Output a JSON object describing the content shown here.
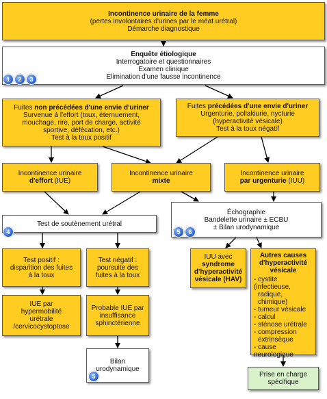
{
  "top": {
    "title": "Incontinence urinaire de la femme",
    "subtitle": "(pertes involontaires d'urines par le méat urétral)",
    "sub2": "Démarche diagnostique"
  },
  "enquete": {
    "title": "Enquête étiologique",
    "l1": "Interrogatoire et questionnaires",
    "l2": "Examen clinique",
    "l3": "Élimination d'une fausse incontinence",
    "badges": [
      "1",
      "2",
      "3"
    ]
  },
  "fuites_non": {
    "prefix": "Fuites ",
    "bold": "non précédées d'une envie d'uriner",
    "l1": "Survenue à l'effort (toux, éternuement,",
    "l2": "mouchage, rire, port de charge, activité",
    "l3": "sportive, défécation, etc.)",
    "l4": "Test à la toux positif"
  },
  "fuites_prec": {
    "prefix": "Fuites ",
    "bold": "précédées d'une envie d'uriner",
    "l1": "Urgenturie, pollakiurie, nycturie",
    "l2": "(hyperactivité vésicale)",
    "l3": "Test à la toux négatif"
  },
  "iue": {
    "l1": "Incontinence urinaire",
    "bold": "d'effort",
    "suffix": " (IUE)"
  },
  "mixte": {
    "l1": "Incontinence urinaire",
    "bold": "mixte"
  },
  "iuu": {
    "l1": "Incontinence urinaire",
    "bold": "par urgenturie",
    "suffix": " (IUU)"
  },
  "echo": {
    "l1": "Échographie",
    "l2": "Bandelette urinaire ± ECBU",
    "l3": "± Bilan urodynamique",
    "badges": [
      "5",
      "6"
    ]
  },
  "test_sout": {
    "label": "Test de soutènement urétral",
    "badge": "4"
  },
  "test_pos": {
    "l1": "Test positif :",
    "l2": "disparition des fuites",
    "l3": "à la toux"
  },
  "test_neg": {
    "l1": "Test négatif :",
    "l2": "poursuite des",
    "l3": "fuites à la toux"
  },
  "iue_hyper": {
    "l1": "IUE par",
    "l2": "hypermobilité",
    "l3": "urétrale",
    "l4": "/cervicocystoptose"
  },
  "iue_insuf": {
    "l1": "Probable IUE par",
    "l2": "insuffisance",
    "l3": "sphinctérienne"
  },
  "bilan": {
    "l1": "Bilan",
    "l2": "urodynamique",
    "badge": "5"
  },
  "iuu_hav": {
    "l1": "IUU avec",
    "b1": "syndrome",
    "b2": "d'hyperactivité",
    "b3": "vésicale",
    "suffix": " (HAV)"
  },
  "autres": {
    "t1": "Autres causes",
    "t2": "d'hyperactivité",
    "t3": "vésicale",
    "items": [
      "- cystite (infectieuse,",
      "radique, chimique)",
      "- tumeur vésicale",
      "- calcul",
      "- sténose urétrale",
      "- compression",
      "extrinsèque",
      "- cause neurologique"
    ]
  },
  "prise": {
    "l1": "Prise en charge",
    "l2": "spécifique"
  }
}
